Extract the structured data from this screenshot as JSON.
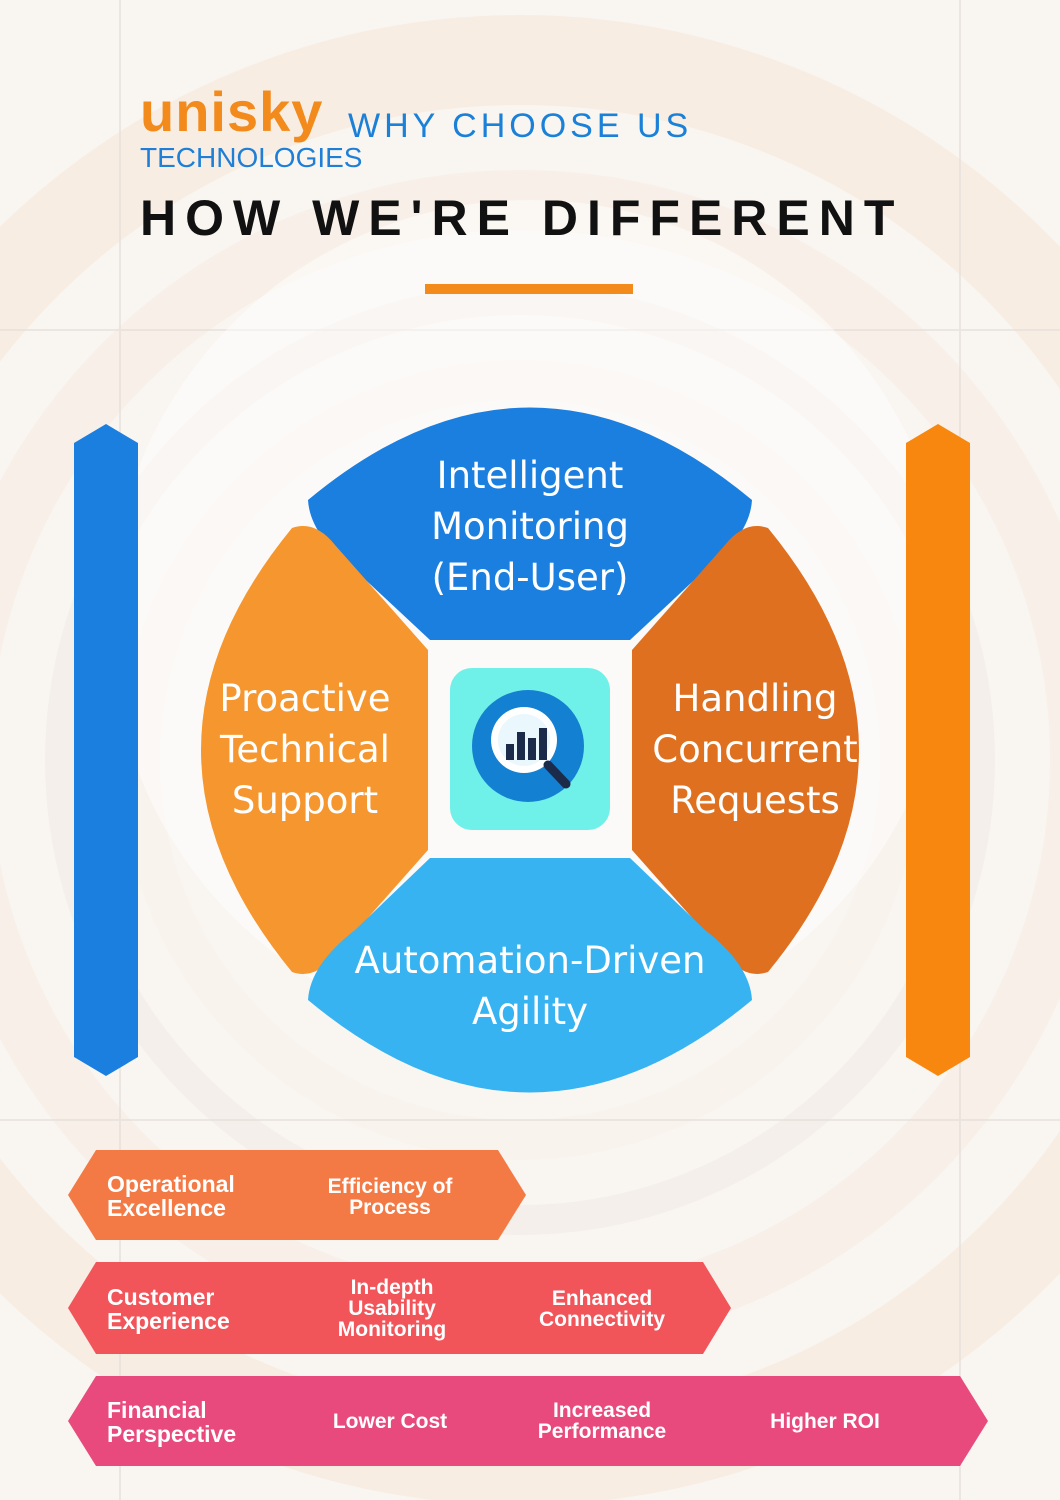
{
  "brand": {
    "logo_name": "unisky",
    "logo_sub": "TECHNOLOGIES"
  },
  "header": {
    "subtitle": "WHY CHOOSE US",
    "title": "HOW WE'RE DIFFERENT"
  },
  "colors": {
    "accent_orange": "#f28a1c",
    "accent_blue": "#1b80d8",
    "top_segment": "#1b7fe0",
    "left_segment": "#f6962e",
    "right_segment": "#df701f",
    "bottom_segment": "#37b3f2",
    "center_square": "#6ff0e8"
  },
  "diagram": {
    "center_icon": "magnifier-chart-icon",
    "segments": {
      "top": "Intelligent\nMonitoring\n(End-User)",
      "left": "Proactive\nTechnical\nSupport",
      "right": "Handling\nConcurrent\nRequests",
      "bottom": "Automation-Driven\nAgility"
    }
  },
  "rows": [
    {
      "label": "Operational\nExcellence",
      "cells": [
        "Efficiency of\nProcess"
      ],
      "color": "#f47a45"
    },
    {
      "label": "Customer\nExperience",
      "cells": [
        "In-depth\nUsability\nMonitoring",
        "Enhanced\nConnectivity"
      ],
      "color": "#f1555a"
    },
    {
      "label": "Financial\nPerspective",
      "cells": [
        "Lower Cost",
        "Increased\nPerformance",
        "Higher ROI"
      ],
      "color": "#e84a7d"
    }
  ]
}
